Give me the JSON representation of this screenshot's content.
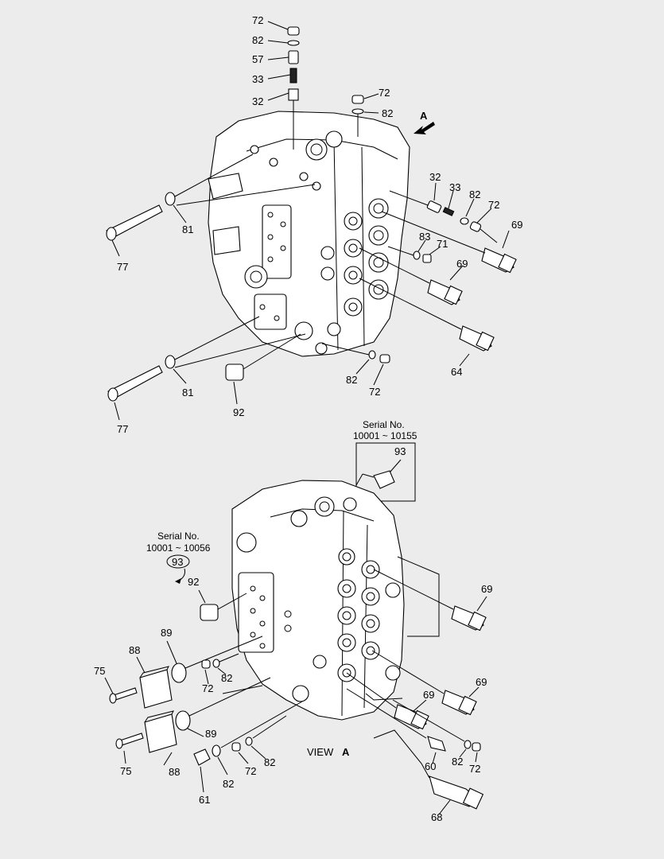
{
  "top_view": {
    "callouts": {
      "c72a": "72",
      "c82a": "82",
      "c57": "57",
      "c33a": "33",
      "c32a": "32",
      "c72b": "72",
      "c82b": "82",
      "c32b": "32",
      "c33b": "33",
      "c82c": "82",
      "c72c": "72",
      "c69a": "69",
      "c83": "83",
      "c71": "71",
      "c69b": "69",
      "c64": "64",
      "c81a": "81",
      "c77a": "77",
      "c81b": "81",
      "c77b": "77",
      "c82d": "82",
      "c72d": "72",
      "c92": "92"
    },
    "direction_marker": "A"
  },
  "serial_box": {
    "line1": "Serial No.",
    "line2": "10001 ~ 10155",
    "part": "93"
  },
  "bottom_view": {
    "serial_note": {
      "line1": "Serial No.",
      "line2": "10001 ~ 10056",
      "part": "93"
    },
    "callouts": {
      "c92": "92",
      "c69a": "69",
      "c89a": "89",
      "c88a": "88",
      "c75a": "75",
      "c72a": "72",
      "c82a": "82",
      "c69b": "69",
      "c69c": "69",
      "c89b": "89",
      "c88b": "88",
      "c75b": "75",
      "c61": "61",
      "c82b": "82",
      "c72b": "72",
      "c82c": "82",
      "c60": "60",
      "c82d": "82",
      "c72c": "72",
      "c68": "68"
    },
    "view_label": "VIEW",
    "view_letter": "A"
  }
}
